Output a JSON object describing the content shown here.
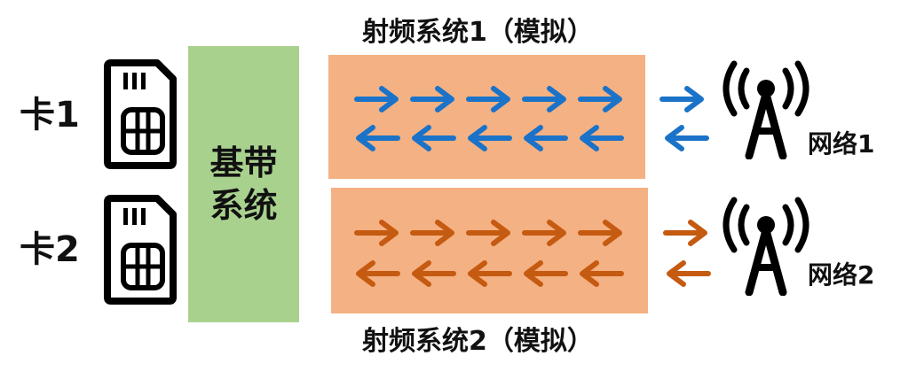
{
  "cards": [
    {
      "label": "卡1"
    },
    {
      "label": "卡2"
    }
  ],
  "baseband": {
    "label_line1": "基带",
    "label_line2": "系统"
  },
  "rf_systems": [
    {
      "title": "射频系统1（模拟）",
      "arrow_color": "#1a73c8"
    },
    {
      "title": "射频系统2（模拟）",
      "arrow_color": "#c55a11"
    }
  ],
  "networks": [
    {
      "label": "网络1"
    },
    {
      "label": "网络2"
    }
  ],
  "colors": {
    "baseband_fill": "#a9d18e",
    "rf_fill": "#f4b183",
    "outline": "#000000"
  },
  "icons": {
    "sim": "sim-card-icon",
    "tower": "antenna-tower-icon"
  }
}
